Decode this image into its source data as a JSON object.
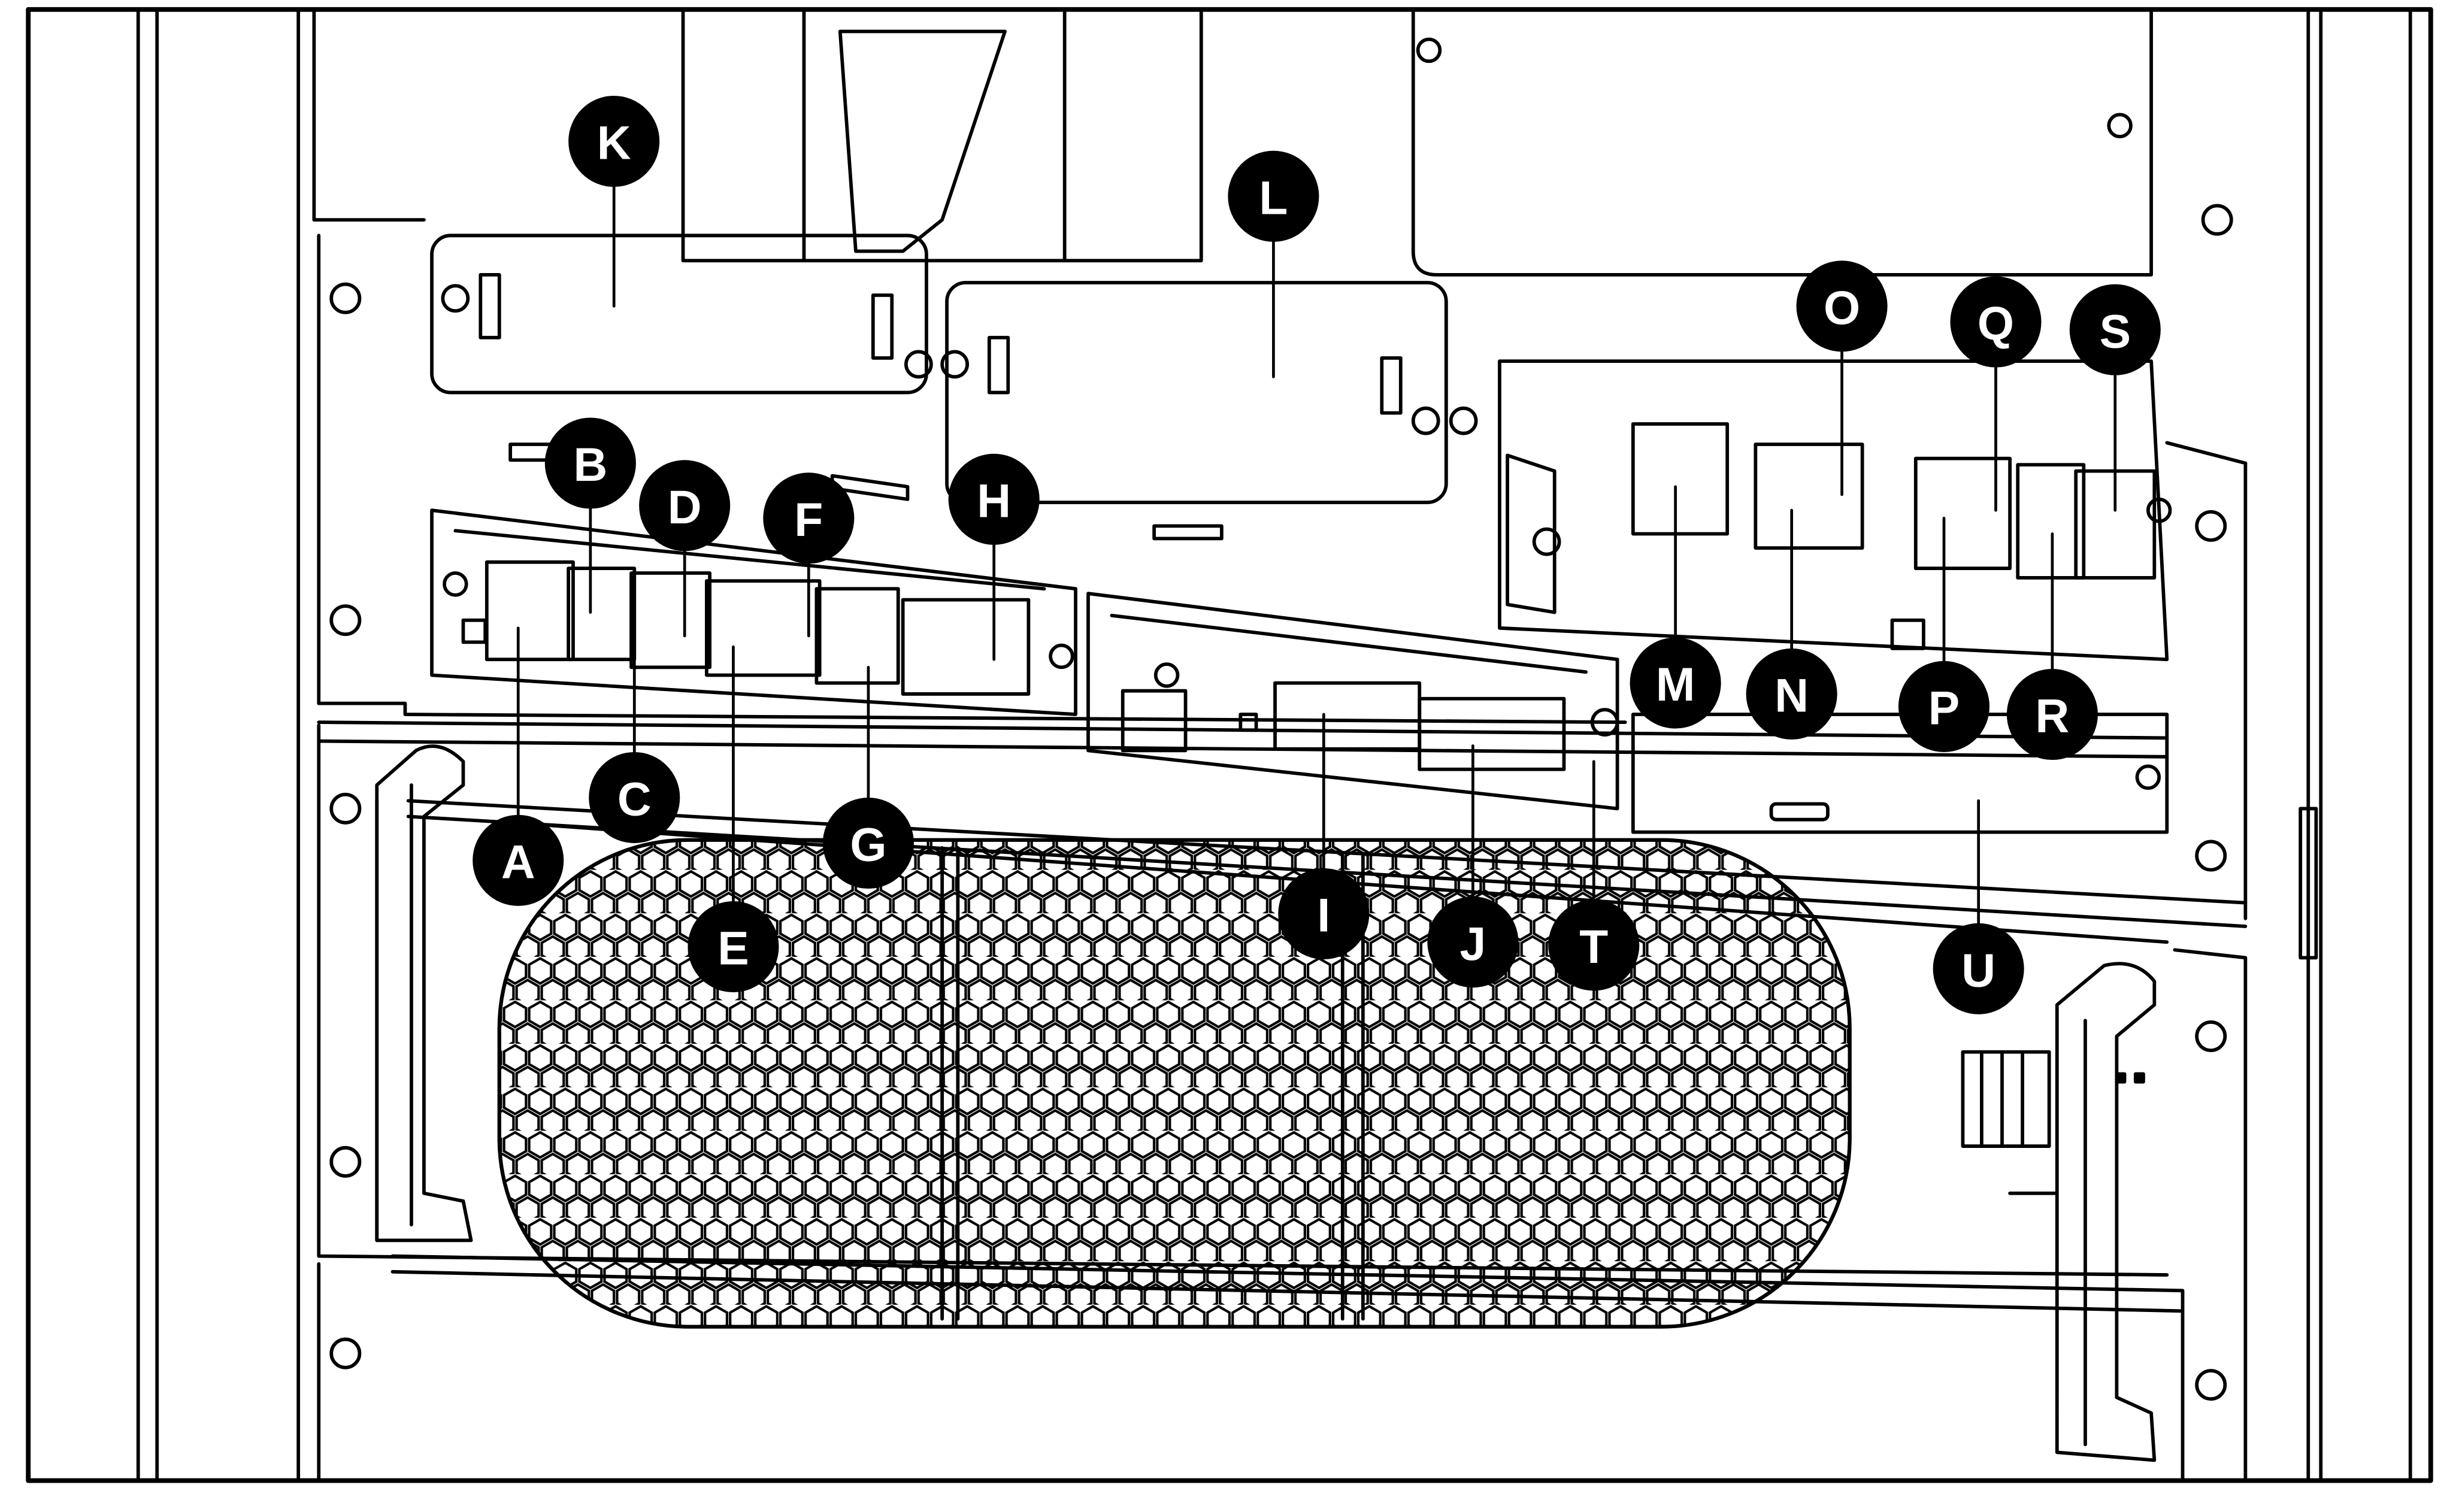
{
  "figure": {
    "description_hidden": "",
    "callouts": [
      {
        "letter": "A"
      },
      {
        "letter": "B"
      },
      {
        "letter": "C"
      },
      {
        "letter": "D"
      },
      {
        "letter": "E"
      },
      {
        "letter": "F"
      },
      {
        "letter": "G"
      },
      {
        "letter": "H"
      },
      {
        "letter": "I"
      },
      {
        "letter": "J"
      },
      {
        "letter": "K"
      },
      {
        "letter": "L"
      },
      {
        "letter": "M"
      },
      {
        "letter": "N"
      },
      {
        "letter": "O"
      },
      {
        "letter": "P"
      },
      {
        "letter": "Q"
      },
      {
        "letter": "R"
      },
      {
        "letter": "S"
      },
      {
        "letter": "T"
      },
      {
        "letter": "U"
      }
    ],
    "colors": {
      "line": "#000000",
      "fill": "#ffffff",
      "callout_bg": "#000000",
      "callout_text": "#ffffff"
    }
  }
}
